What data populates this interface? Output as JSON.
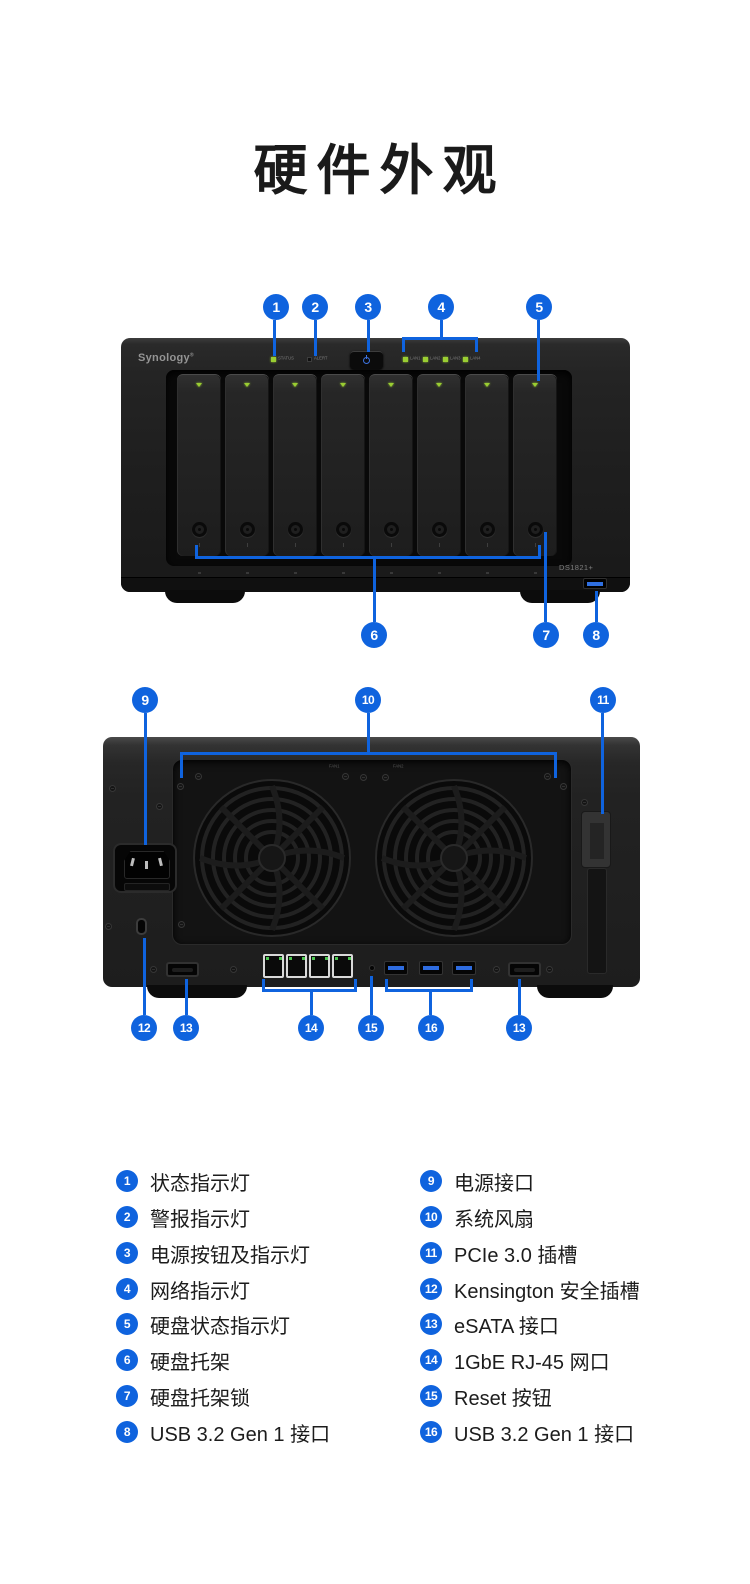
{
  "title": "硬件外观",
  "accent_color": "#0f63de",
  "front_view": {
    "brand": "Synology",
    "model": "DS1821+",
    "status_label": "STATUS",
    "alert_label": "ALERT",
    "lan_labels": [
      "LAN1",
      "LAN2",
      "LAN3",
      "LAN4"
    ],
    "drive_bays": 8
  },
  "back_view": {
    "fan_labels": [
      "FAN1",
      "FAN2"
    ]
  },
  "callouts": {
    "c1": "1",
    "c2": "2",
    "c3": "3",
    "c4": "4",
    "c5": "5",
    "c6": "6",
    "c7": "7",
    "c8": "8",
    "c9": "9",
    "c10": "10",
    "c11": "11",
    "c12": "12",
    "c13": "13",
    "c14": "14",
    "c15": "15",
    "c16": "16"
  },
  "legend": {
    "left": [
      {
        "num": "1",
        "label": "状态指示灯"
      },
      {
        "num": "2",
        "label": "警报指示灯"
      },
      {
        "num": "3",
        "label": "电源按钮及指示灯"
      },
      {
        "num": "4",
        "label": "网络指示灯"
      },
      {
        "num": "5",
        "label": "硬盘状态指示灯"
      },
      {
        "num": "6",
        "label": "硬盘托架"
      },
      {
        "num": "7",
        "label": "硬盘托架锁"
      },
      {
        "num": "8",
        "label": "USB 3.2 Gen 1 接口"
      }
    ],
    "right": [
      {
        "num": "9",
        "label": "电源接口"
      },
      {
        "num": "10",
        "label": "系统风扇"
      },
      {
        "num": "11",
        "label": "PCIe 3.0 插槽"
      },
      {
        "num": "12",
        "label": "Kensington 安全插槽"
      },
      {
        "num": "13",
        "label": "eSATA 接口"
      },
      {
        "num": "14",
        "label": "1GbE RJ-45 网口"
      },
      {
        "num": "15",
        "label": "Reset 按钮"
      },
      {
        "num": "16",
        "label": "USB 3.2 Gen 1 接口"
      }
    ]
  }
}
